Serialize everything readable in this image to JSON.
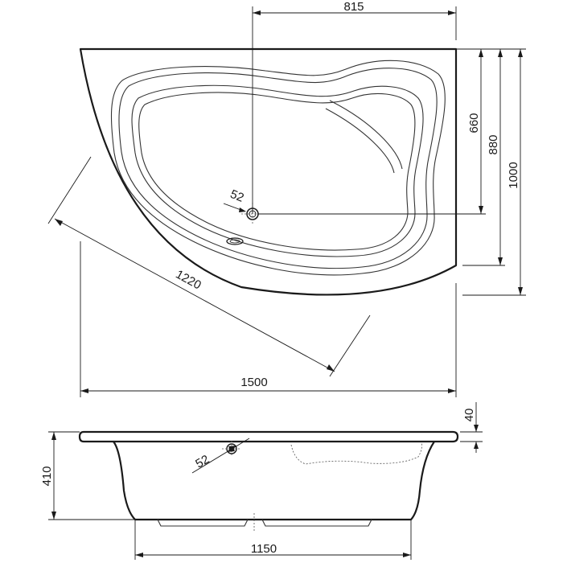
{
  "dimensions": {
    "top_width_to_drain": "815",
    "drain_depth": "660",
    "apron_depth": "880",
    "overall_depth": "1000",
    "drain_diameter_plan": "52",
    "diagonal_front": "1220",
    "overall_width": "1500",
    "rim_thickness": "40",
    "drain_diameter_side": "52",
    "tub_height": "410",
    "base_width": "1150"
  }
}
